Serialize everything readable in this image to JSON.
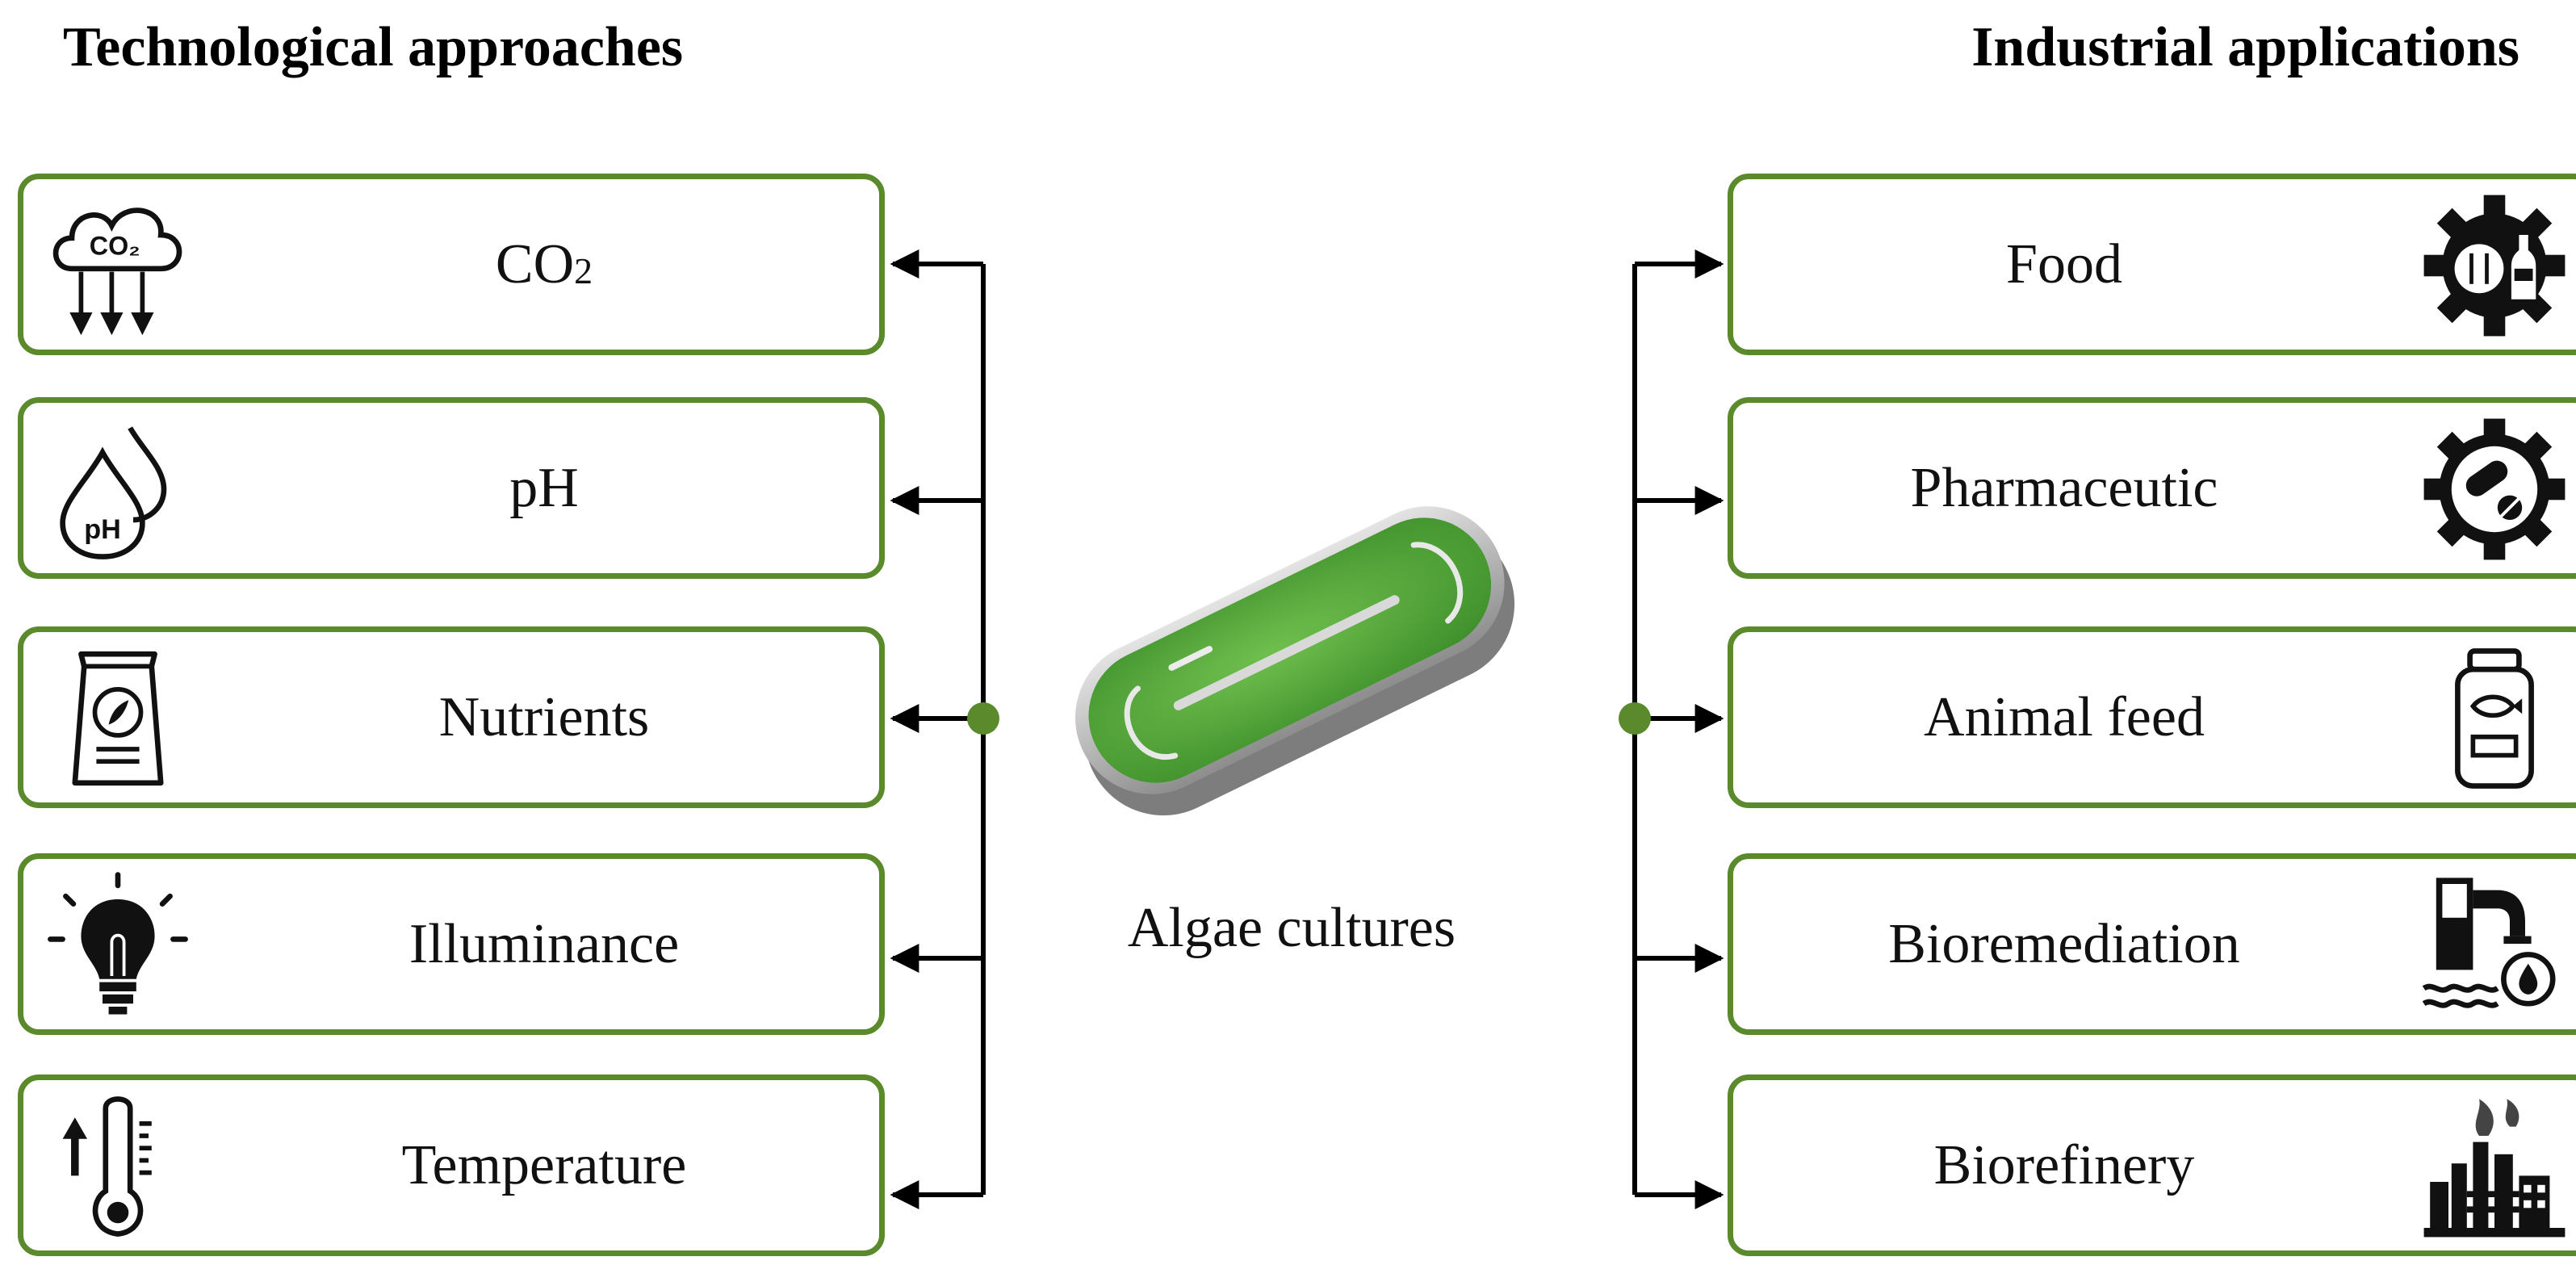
{
  "headings": {
    "left": "Technological approaches",
    "right": "Industrial applications"
  },
  "technological_approaches": [
    {
      "label": "CO",
      "subscript": "2",
      "icon": "co2-cloud-icon",
      "icon_text": "CO₂"
    },
    {
      "label": "pH",
      "icon": "ph-drops-icon",
      "icon_text": "pH"
    },
    {
      "label": "Nutrients",
      "icon": "fertilizer-bag-icon"
    },
    {
      "label": "Illuminance",
      "icon": "light-bulb-icon"
    },
    {
      "label": "Temperature",
      "icon": "thermometer-icon"
    }
  ],
  "industrial_applications": [
    {
      "label": "Food",
      "icon": "gear-food-icon"
    },
    {
      "label": "Pharmaceutic",
      "icon": "gear-pills-icon"
    },
    {
      "label": "Animal feed",
      "icon": "feed-jar-icon"
    },
    {
      "label": "Bioremediation",
      "icon": "water-treatment-icon"
    },
    {
      "label": "Biorefinery",
      "icon": "refinery-icon"
    }
  ],
  "center": {
    "label": "Algae cultures",
    "image": "algae-raceway-pond-image"
  },
  "colors": {
    "box_border": "#5a8a2c",
    "connector": "#000000",
    "junction_dot": "#5a8a2c",
    "algae_green": "#4fa33a"
  }
}
